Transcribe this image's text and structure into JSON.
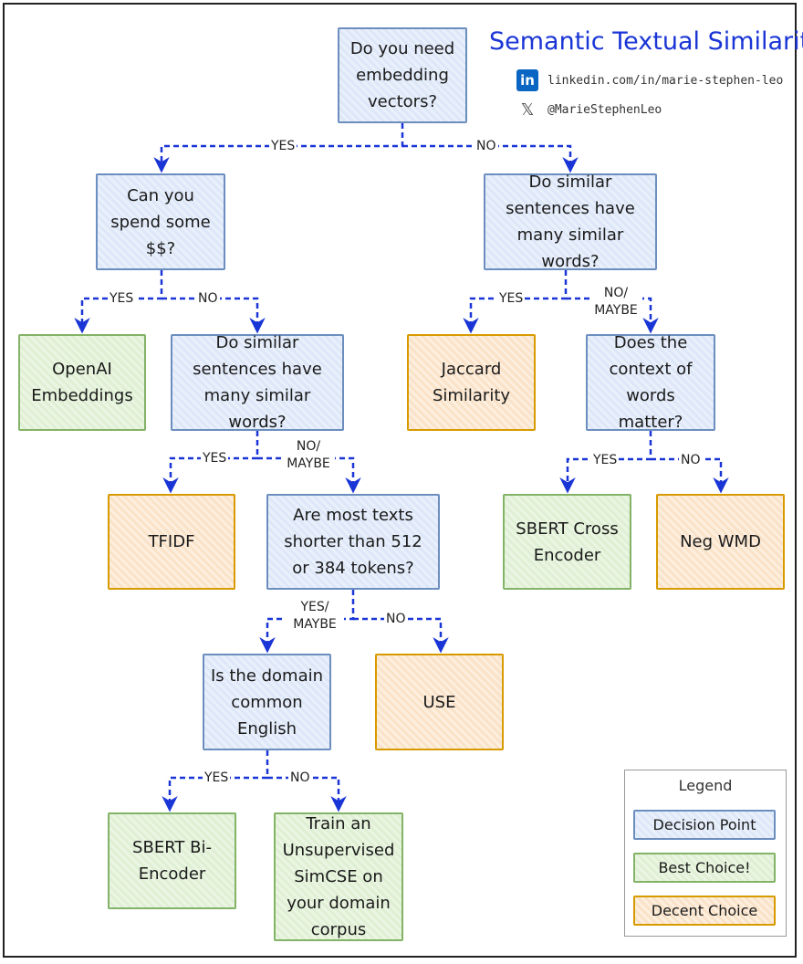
{
  "header": {
    "title": "Semantic Textual Similarity",
    "linkedin_icon": "linkedin-icon",
    "linkedin_text": "linkedin.com/in/marie-stephen-leo",
    "x_icon": "x-icon",
    "x_text": "@MarieStephenLeo"
  },
  "colors": {
    "decision_border": "#6c8ebf",
    "best_border": "#82b366",
    "decent_border": "#d79b00",
    "arrow": "#1a35d6",
    "title": "#1a35d6"
  },
  "nodes": {
    "need_embeddings": "Do you need embedding vectors?",
    "spend_money": "Can you spend some $$?",
    "similar_words_right": "Do similar sentences have many similar words?",
    "openai": "OpenAI Embeddings",
    "similar_words_left": "Do similar sentences have many similar words?",
    "jaccard": "Jaccard Similarity",
    "context_matter": "Does the context of words matter?",
    "tfidf": "TFIDF",
    "texts_short": "Are most texts shorter than 512 or 384 tokens?",
    "sbert_cross": "SBERT Cross Encoder",
    "neg_wmd": "Neg WMD",
    "domain_english": "Is the domain common English",
    "use": "USE",
    "sbert_bi": "SBERT Bi-Encoder",
    "simcse": "Train an Unsupervised SimCSE on your domain corpus"
  },
  "edge_labels": {
    "yes_1": "YES",
    "no_1": "NO",
    "yes_2": "YES",
    "no_2": "NO",
    "yes_3": "YES",
    "no_maybe_3": "NO/ MAYBE",
    "yes_4": "YES",
    "no_maybe_4": "NO/ MAYBE",
    "yes_5": "YES",
    "no_5": "NO",
    "yes_maybe_6": "YES/ MAYBE",
    "no_6": "NO",
    "yes_7": "YES",
    "no_7": "NO"
  },
  "legend": {
    "title": "Legend",
    "decision": "Decision Point",
    "best": "Best Choice!",
    "decent": "Decent Choice"
  }
}
